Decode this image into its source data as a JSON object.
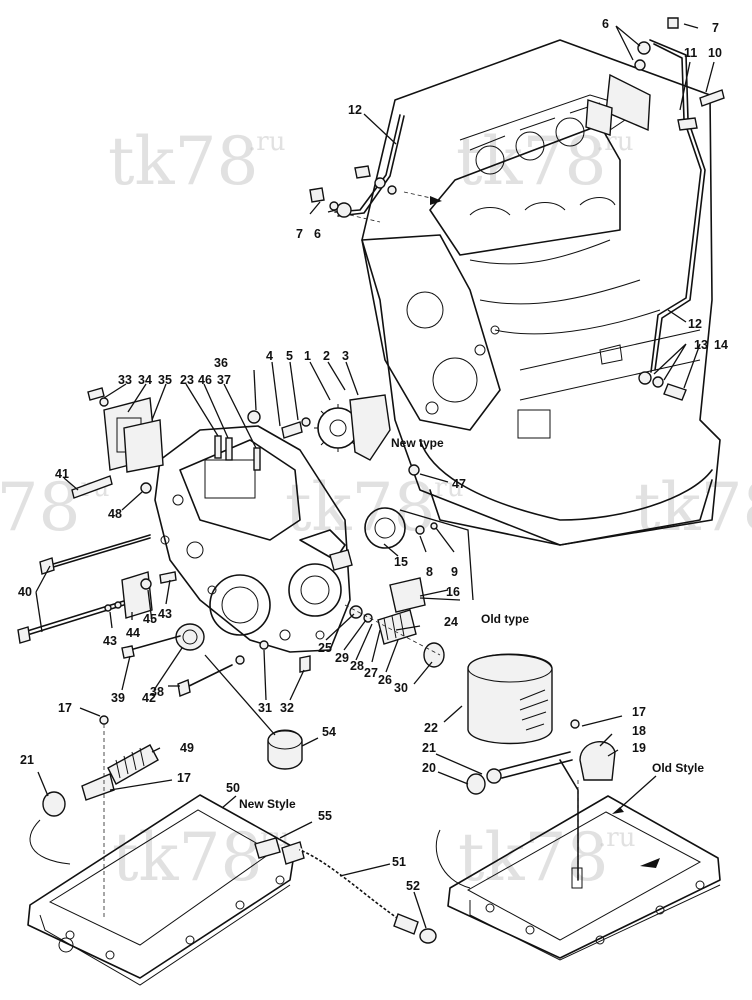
{
  "watermark": {
    "main": "tk78",
    "suffix": ".ru"
  },
  "notes": {
    "new_type": "New type",
    "old_type": "Old type",
    "new_style": "New Style",
    "old_style": "Old Style"
  },
  "callouts": [
    {
      "id": "c6a",
      "label": "6"
    },
    {
      "id": "c7a",
      "label": "7"
    },
    {
      "id": "c11",
      "label": "11"
    },
    {
      "id": "c10",
      "label": "10"
    },
    {
      "id": "c12a",
      "label": "12"
    },
    {
      "id": "c7b",
      "label": "7"
    },
    {
      "id": "c6b",
      "label": "6"
    },
    {
      "id": "c12b",
      "label": "12"
    },
    {
      "id": "c13",
      "label": "13"
    },
    {
      "id": "c14",
      "label": "14"
    },
    {
      "id": "c36",
      "label": "36"
    },
    {
      "id": "c4",
      "label": "4"
    },
    {
      "id": "c5",
      "label": "5"
    },
    {
      "id": "c1",
      "label": "1"
    },
    {
      "id": "c2",
      "label": "2"
    },
    {
      "id": "c3",
      "label": "3"
    },
    {
      "id": "c33",
      "label": "33"
    },
    {
      "id": "c34",
      "label": "34"
    },
    {
      "id": "c35",
      "label": "35"
    },
    {
      "id": "c23",
      "label": "23"
    },
    {
      "id": "c46",
      "label": "46"
    },
    {
      "id": "c37",
      "label": "37"
    },
    {
      "id": "c41",
      "label": "41"
    },
    {
      "id": "c47",
      "label": "47"
    },
    {
      "id": "c48",
      "label": "48"
    },
    {
      "id": "c15",
      "label": "15"
    },
    {
      "id": "c8",
      "label": "8"
    },
    {
      "id": "c9",
      "label": "9"
    },
    {
      "id": "c40",
      "label": "40"
    },
    {
      "id": "c16",
      "label": "16"
    },
    {
      "id": "c43a",
      "label": "43"
    },
    {
      "id": "c45",
      "label": "45"
    },
    {
      "id": "c43b",
      "label": "43"
    },
    {
      "id": "c44",
      "label": "44"
    },
    {
      "id": "c24",
      "label": "24"
    },
    {
      "id": "c25",
      "label": "25"
    },
    {
      "id": "c29",
      "label": "29"
    },
    {
      "id": "c28",
      "label": "28"
    },
    {
      "id": "c27",
      "label": "27"
    },
    {
      "id": "c26",
      "label": "26"
    },
    {
      "id": "c30",
      "label": "30"
    },
    {
      "id": "c39",
      "label": "39"
    },
    {
      "id": "c42",
      "label": "42"
    },
    {
      "id": "c38",
      "label": "38"
    },
    {
      "id": "c31",
      "label": "31"
    },
    {
      "id": "c32",
      "label": "32"
    },
    {
      "id": "c22",
      "label": "22"
    },
    {
      "id": "c17a",
      "label": "17"
    },
    {
      "id": "c18",
      "label": "18"
    },
    {
      "id": "c17b",
      "label": "17"
    },
    {
      "id": "c54",
      "label": "54"
    },
    {
      "id": "c21a",
      "label": "21"
    },
    {
      "id": "c49",
      "label": "49"
    },
    {
      "id": "c19",
      "label": "19"
    },
    {
      "id": "c21b",
      "label": "21"
    },
    {
      "id": "c20",
      "label": "20"
    },
    {
      "id": "c17c",
      "label": "17"
    },
    {
      "id": "c50",
      "label": "50"
    },
    {
      "id": "c55",
      "label": "55"
    },
    {
      "id": "c51",
      "label": "51"
    },
    {
      "id": "c52",
      "label": "52"
    }
  ]
}
